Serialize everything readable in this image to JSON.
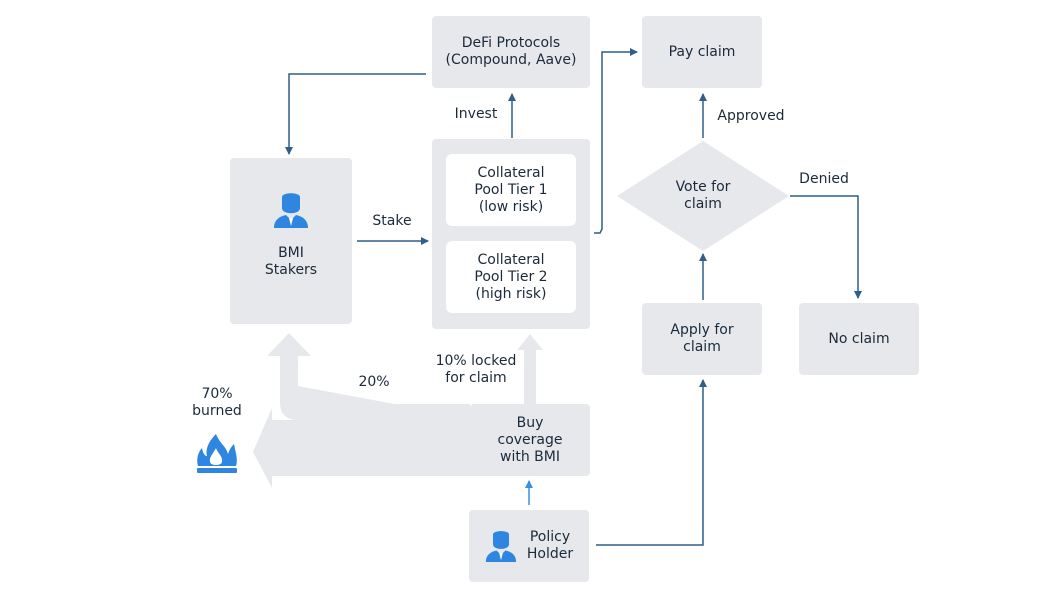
{
  "nodes": {
    "defi": "DeFi Protocols\n(Compound,  Aave)",
    "pay_claim": "Pay claim",
    "bmi_stakers": "BMI\nStakers",
    "pool_tier1": "Collateral\nPool Tier 1\n(low risk)",
    "pool_tier2": "Collateral\nPool Tier 2\n(high risk)",
    "vote": "Vote for\nclaim",
    "apply": "Apply for\nclaim",
    "no_claim": "No claim",
    "buy_coverage": "Buy\ncoverage\nwith BMI",
    "policy_holder": "Policy\nHolder"
  },
  "labels": {
    "invest": "Invest",
    "stake": "Stake",
    "approved": "Approved",
    "denied": "Denied",
    "locked": "10% locked\nfor claim",
    "twenty": "20%",
    "burned": "70%\nburned"
  },
  "icons": {
    "person": "person-icon",
    "fire": "fire-icon"
  },
  "colors": {
    "box": "#e6e8ec",
    "arrow": "#2f5f8a",
    "accent": "#2f86e0",
    "text": "#1b2a3a"
  }
}
